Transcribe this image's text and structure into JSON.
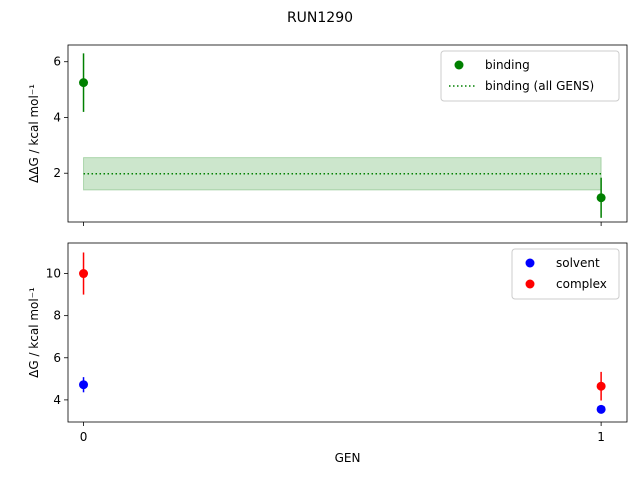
{
  "figure": {
    "title": "RUN1290"
  },
  "colors": {
    "binding": "#008000",
    "band_fill": "#008000",
    "solvent": "#0000ff",
    "complex": "#ff0000"
  },
  "chart_data": [
    {
      "type": "scatter",
      "subplot": "top",
      "ylabel": "ΔΔG / kcal mol⁻¹",
      "xlim": [
        -0.03,
        1.05
      ],
      "ylim": [
        0.25,
        6.6
      ],
      "yticks": [
        2,
        4,
        6
      ],
      "xticks": [
        0,
        1
      ],
      "xticklabels_visible": false,
      "legend": {
        "placement": "top-right",
        "entries": [
          "binding",
          "binding (all GENS)"
        ]
      },
      "series": [
        {
          "name": "binding",
          "kind": "errorbar-points",
          "color": "#008000",
          "x": [
            0,
            1
          ],
          "y": [
            5.25,
            1.12
          ],
          "yerr": [
            1.05,
            0.72
          ]
        },
        {
          "name": "binding (all GENS)",
          "kind": "hline-with-band",
          "color": "#008000",
          "style": "dotted",
          "x_range": [
            0,
            1
          ],
          "y": 1.98,
          "band": [
            1.4,
            2.56
          ]
        }
      ]
    },
    {
      "type": "scatter",
      "subplot": "bottom",
      "xlabel": "GEN",
      "ylabel": "ΔG / kcal mol⁻¹",
      "xlim": [
        -0.03,
        1.05
      ],
      "ylim": [
        2.95,
        11.45
      ],
      "yticks": [
        4,
        6,
        8,
        10
      ],
      "xticks": [
        0,
        1
      ],
      "xticklabels": [
        "0",
        "1"
      ],
      "legend": {
        "placement": "top-right",
        "entries": [
          "solvent",
          "complex"
        ]
      },
      "series": [
        {
          "name": "solvent",
          "kind": "errorbar-points",
          "color": "#0000ff",
          "x": [
            0,
            1
          ],
          "y": [
            4.72,
            3.55
          ],
          "yerr": [
            0.36,
            0.14
          ]
        },
        {
          "name": "complex",
          "kind": "errorbar-points",
          "color": "#ff0000",
          "x": [
            0,
            1
          ],
          "y": [
            10.0,
            4.65
          ],
          "yerr": [
            1.0,
            0.68
          ]
        }
      ]
    }
  ]
}
